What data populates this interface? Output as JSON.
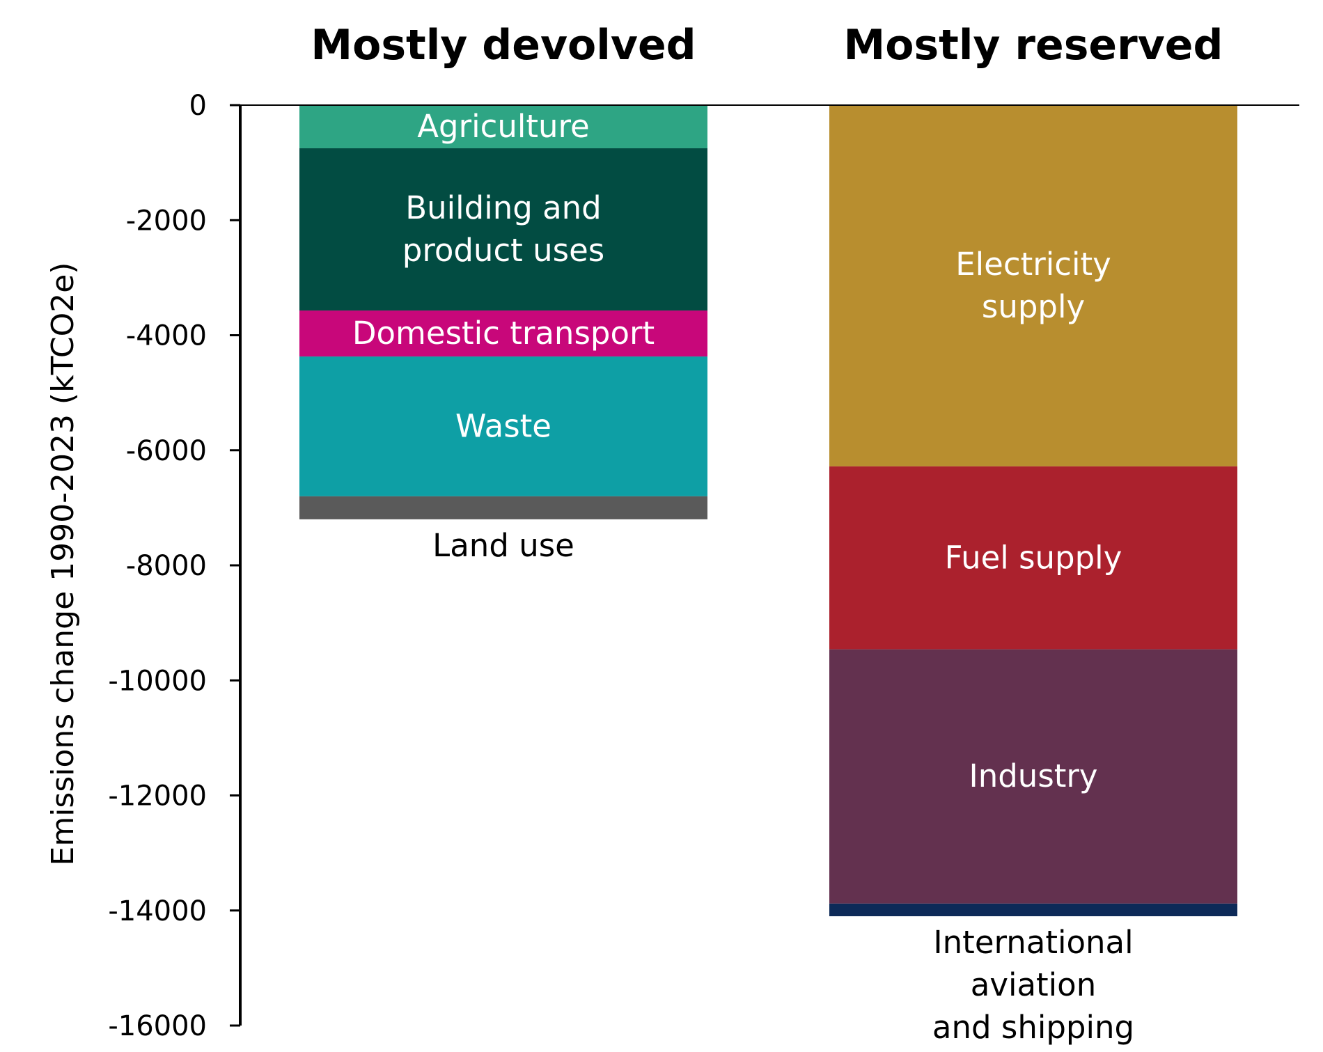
{
  "chart_data": {
    "type": "bar",
    "stacked": true,
    "categories": [
      "Mostly devolved",
      "Mostly reserved"
    ],
    "ylabel": "Emissions change 1990-2023 (kTCO2e)",
    "ylim": [
      -16000,
      0
    ],
    "yticks": [
      0,
      -2000,
      -4000,
      -6000,
      -8000,
      -10000,
      -12000,
      -14000,
      -16000
    ],
    "grid": false,
    "stacks": [
      {
        "category": "Mostly devolved",
        "segments": [
          {
            "label": "Agriculture",
            "value": -750,
            "color": "#2ea584",
            "label_color": "#ffffff",
            "label_placement": "inside"
          },
          {
            "label": "Building and product uses",
            "label_lines": [
              "Building and",
              "product uses"
            ],
            "value": -2820,
            "color": "#024c42",
            "label_color": "#ffffff",
            "label_placement": "inside"
          },
          {
            "label": "Domestic transport",
            "value": -800,
            "color": "#c8077a",
            "label_color": "#ffffff",
            "label_placement": "inside"
          },
          {
            "label": "Waste",
            "value": -2430,
            "color": "#0e9fa5",
            "label_color": "#ffffff",
            "label_placement": "inside"
          },
          {
            "label": "Land use",
            "value": -400,
            "color": "#5a5a5a",
            "label_color": "#000000",
            "label_placement": "below"
          }
        ]
      },
      {
        "category": "Mostly reserved",
        "segments": [
          {
            "label": "Electricity supply",
            "label_lines": [
              "Electricity",
              "supply"
            ],
            "value": -6280,
            "color": "#b88e2f",
            "label_color": "#ffffff",
            "label_placement": "inside"
          },
          {
            "label": "Fuel supply",
            "value": -3180,
            "color": "#ab212d",
            "label_color": "#ffffff",
            "label_placement": "inside"
          },
          {
            "label": "Industry",
            "value": -4420,
            "color": "#63314f",
            "label_color": "#ffffff",
            "label_placement": "inside"
          },
          {
            "label": "International aviation and shipping",
            "label_lines": [
              "International",
              "aviation",
              "and shipping"
            ],
            "value": -220,
            "color": "#0d2a58",
            "label_color": "#000000",
            "label_placement": "below"
          }
        ]
      }
    ]
  }
}
